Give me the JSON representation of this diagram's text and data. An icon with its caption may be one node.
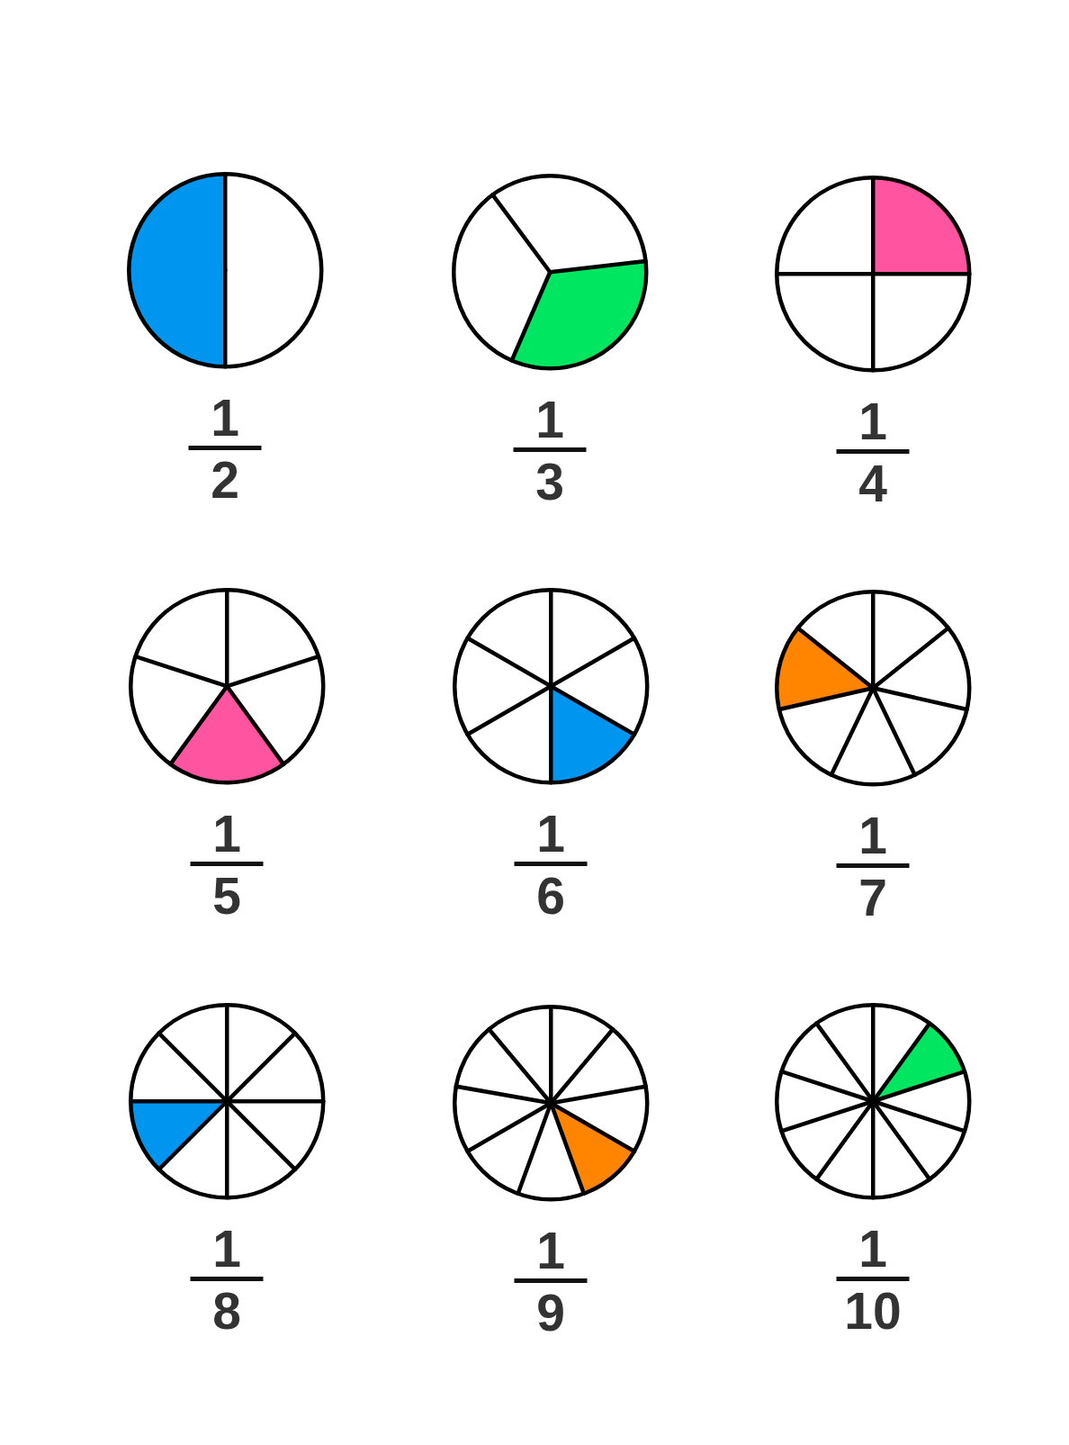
{
  "diagram": {
    "nodes": [
      {
        "text": [],
        "shape": "circle",
        "beside": [
          "1",
          "2"
        ]
      },
      {
        "text": [],
        "shape": "circle",
        "beside": [
          "1",
          "3"
        ]
      },
      {
        "text": [],
        "shape": "circle",
        "beside": [
          "1",
          "4"
        ]
      },
      {
        "text": [],
        "shape": "circle",
        "beside": [
          "1",
          "5"
        ]
      },
      {
        "text": [],
        "shape": "circle",
        "beside": [
          "1",
          "6"
        ]
      },
      {
        "text": [],
        "shape": "circle",
        "beside": [
          "1",
          "7"
        ]
      },
      {
        "text": [],
        "shape": "circle",
        "beside": [
          "1",
          "8"
        ]
      },
      {
        "text": [],
        "shape": "circle",
        "beside": [
          "1",
          "9"
        ]
      },
      {
        "text": [],
        "shape": "circle",
        "beside": [
          "1",
          "10"
        ]
      }
    ]
  }
}
